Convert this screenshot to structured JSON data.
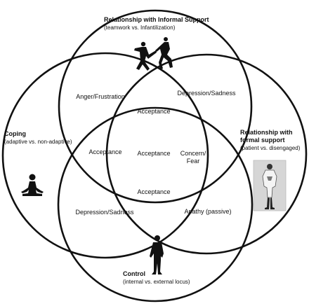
{
  "circles": {
    "informal": {
      "title": "Relationship with Informal Support",
      "subtitle": "(teamwork vs. Infantilization)",
      "icon": "dancing-couple-icon"
    },
    "coping": {
      "title": "Coping",
      "subtitle": "(adaptive vs. non-adaptive)",
      "icon": "meditating-person-icon"
    },
    "formal": {
      "title": "Relationship with formal support",
      "subtitle": "(patient vs. disengaged)",
      "icon": "doctor-photo-icon"
    },
    "control": {
      "title": "Control",
      "subtitle": "(internal vs. external locus)",
      "icon": "businessman-icon"
    }
  },
  "regions": {
    "informal_coping": "Anger/Frustration",
    "informal_formal": "Depression/Sadness",
    "informal_coping_formal": "Acceptance",
    "informal_coping_control": "Acceptance",
    "all_four": "Acceptance",
    "informal_formal_control": "Concern/ Fear",
    "coping_formal_control": "Acceptance",
    "coping_control": "Depression/Sadness",
    "formal_control": "Apathy (passive)"
  },
  "colors": {
    "stroke": "#111111",
    "background": "#ffffff"
  }
}
